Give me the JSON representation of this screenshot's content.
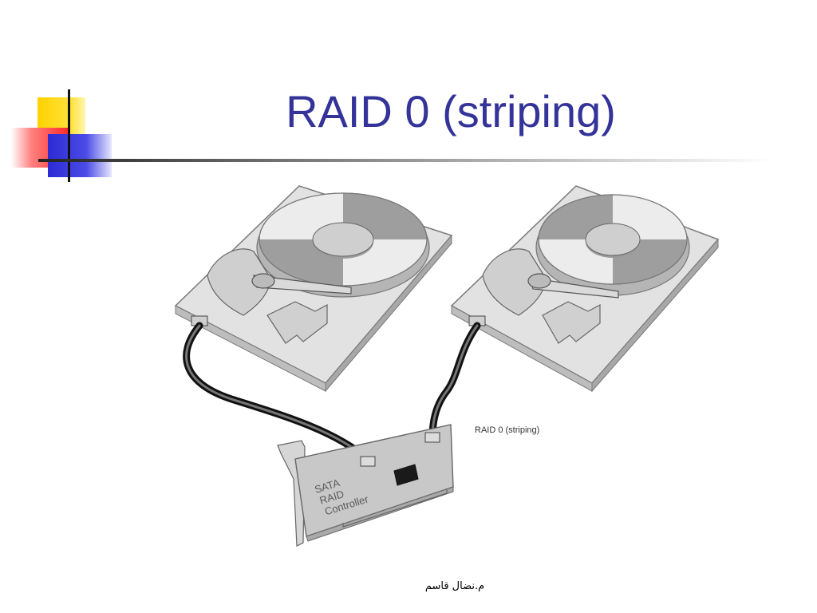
{
  "slide": {
    "title": "RAID 0 (striping)",
    "footer": "م.نضال قاسم"
  },
  "figure": {
    "caption": "RAID 0 (striping)",
    "controller_label": [
      "SATA",
      "RAID",
      "Controller"
    ]
  }
}
